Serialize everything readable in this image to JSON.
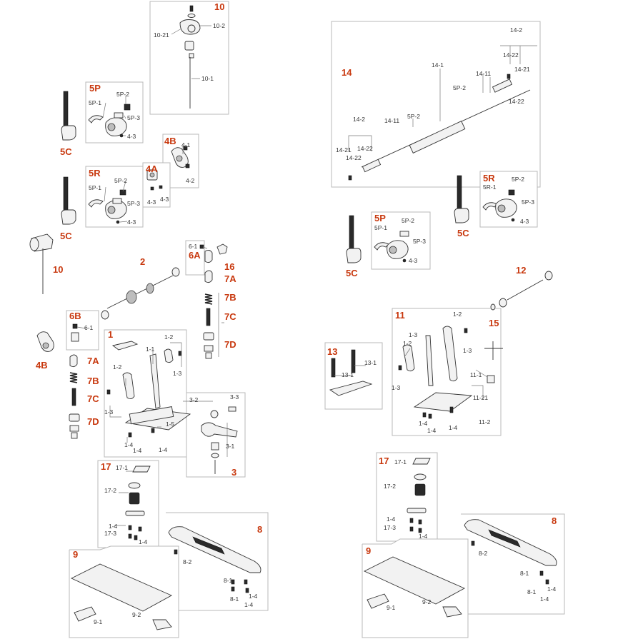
{
  "groups": {
    "g10": "10",
    "g5P": "5P",
    "g5C": "5C",
    "g4B": "4B",
    "g4A": "4A",
    "g5R": "5R",
    "g14": "14",
    "g2": "2",
    "g16": "16",
    "g6A": "6A",
    "g6B": "6B",
    "g7A": "7A",
    "g7B": "7B",
    "g7C": "7C",
    "g7D": "7D",
    "g1": "1",
    "g3": "3",
    "g17": "17",
    "g8": "8",
    "g9": "9",
    "g12": "12",
    "g11": "11",
    "g13": "13",
    "g15": "15"
  },
  "labels": {
    "l10_2": "10-2",
    "l10_21": "10-21",
    "l10_1": "10-1",
    "l5P_1": "5P-1",
    "l5P_2": "5P-2",
    "l5P_3": "5P-3",
    "l4_3": "4-3",
    "l4_1": "4-1",
    "l4_2": "4-2",
    "l14_1": "14-1",
    "l14_2": "14-2",
    "l14_11": "14-11",
    "l14_21": "14-21",
    "l14_22": "14-22",
    "l5R_1": "5R-1",
    "l6_1": "6-1",
    "l1_1": "1-1",
    "l1_2": "1-2",
    "l1_3": "1-3",
    "l1_4": "1-4",
    "l1_5": "1-5",
    "l3_1": "3-1",
    "l3_2": "3-2",
    "l3_3": "3-3",
    "l17_1": "17-1",
    "l17_2": "17-2",
    "l17_3": "17-3",
    "l8_1": "8-1",
    "l8_2": "8-2",
    "l9_1": "9-1",
    "l9_2": "9-2",
    "l11_1": "11-1",
    "l11_2": "11-2",
    "l11_21": "11-21",
    "l13_1": "13-1"
  },
  "colors": {
    "group_label": "#c8380e",
    "box_border": "#b8b8b8",
    "part_ink": "#333333"
  }
}
